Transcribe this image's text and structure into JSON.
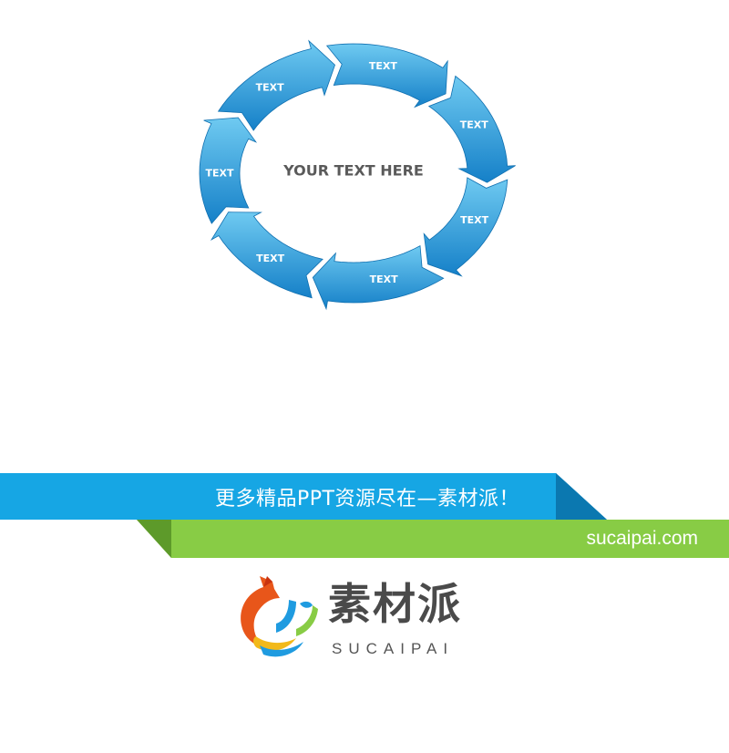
{
  "diagram": {
    "center_text": "YOUR TEXT HERE",
    "segments": [
      {
        "label": "TEXT"
      },
      {
        "label": "TEXT"
      },
      {
        "label": "TEXT"
      },
      {
        "label": "TEXT"
      },
      {
        "label": "TEXT"
      },
      {
        "label": "TEXT"
      },
      {
        "label": "TEXT"
      }
    ],
    "colors": {
      "arrow_light": "#6fcaf1",
      "arrow_dark": "#1580c8",
      "center_text": "#5a5a5a"
    }
  },
  "banner": {
    "text": "更多精品PPT资源尽在—素材派！",
    "url": "sucaipai.com",
    "colors": {
      "blue": "#16a6e4",
      "green": "#88cc45"
    }
  },
  "brand": {
    "name_cn": "素材派",
    "name_en": "SUCAIPAI"
  }
}
